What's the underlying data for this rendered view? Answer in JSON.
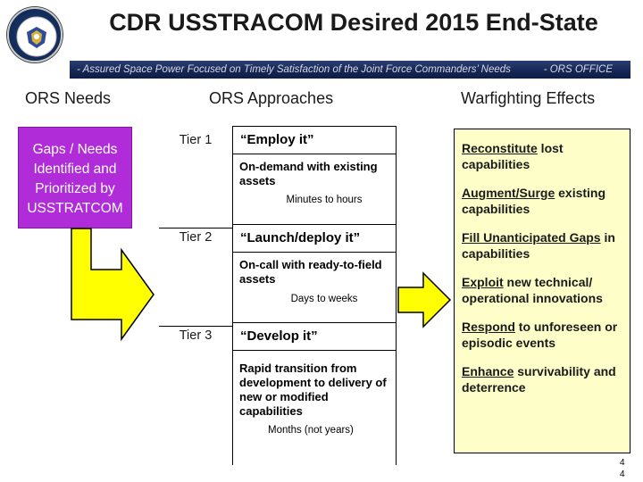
{
  "header": {
    "title": "CDR USSTRACOM Desired 2015 End-State",
    "banner_left": "- Assured Space Power Focused on Timely Satisfaction of the Joint Force Commanders’ Needs",
    "banner_right": "- ORS OFFICE"
  },
  "columns": {
    "needs": "ORS Needs",
    "approaches": "ORS Approaches",
    "effects": "Warfighting Effects"
  },
  "needs_box": [
    "Gaps / Needs",
    "Identified and",
    "Prioritized by",
    "USSTRATCOM"
  ],
  "tiers": [
    {
      "label": "Tier 1",
      "name": "“Employ it”",
      "desc": "On-demand with existing assets",
      "time": "Minutes to hours"
    },
    {
      "label": "Tier 2",
      "name": "“Launch/deploy it”",
      "desc": "On-call with ready-to-field assets",
      "time": "Days to weeks"
    },
    {
      "label": "Tier 3",
      "name": "“Develop it”",
      "desc": "Rapid transition from development to delivery of new or modified capabilities",
      "time": "Months (not years)"
    }
  ],
  "effects": [
    {
      "key": "Reconstitute",
      "rest": " lost capabilities"
    },
    {
      "key": "Augment/Surge",
      "rest": " existing capabilities"
    },
    {
      "key": "Fill Unanticipated Gaps",
      "rest": " in capabilities"
    },
    {
      "key": "Exploit",
      "rest": " new technical/ operational innovations"
    },
    {
      "key": "Respond",
      "rest": " to unforeseen or episodic events"
    },
    {
      "key": "Enhance",
      "rest": " survivability and deterrence"
    }
  ],
  "colors": {
    "needs_box": "#b02cd8",
    "arrow": "#ffff00",
    "effects_box": "#fefec8",
    "banner": "#152653"
  },
  "icons": {
    "seal": "department-of-defense-seal-icon"
  },
  "page_number": [
    "4",
    "4"
  ]
}
